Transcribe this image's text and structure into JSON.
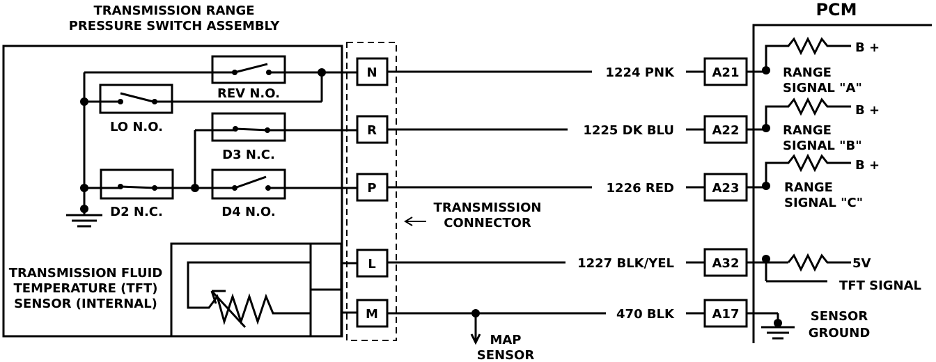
{
  "assembly": {
    "title_line1": "TRANSMISSION RANGE",
    "title_line2": "PRESSURE SWITCH ASSEMBLY"
  },
  "switches": {
    "rev": "REV N.O.",
    "lo": "LO N.O.",
    "d3": "D3 N.C.",
    "d2": "D2 N.C.",
    "d4": "D4 N.O."
  },
  "tft": {
    "line1": "TRANSMISSION FLUID",
    "line2": "TEMPERATURE (TFT)",
    "line3": "SENSOR (INTERNAL)"
  },
  "connector": {
    "label_line1": "TRANSMISSION",
    "label_line2": "CONNECTOR",
    "pins": [
      "N",
      "R",
      "P",
      "L",
      "M"
    ]
  },
  "wires": [
    "1224 PNK",
    "1225 DK BLU",
    "1226 RED",
    "1227 BLK/YEL",
    "470 BLK"
  ],
  "pcm": {
    "title": "PCM",
    "pins": [
      "A21",
      "A22",
      "A23",
      "A32",
      "A17"
    ],
    "pullup": "B +",
    "signal_a_1": "RANGE",
    "signal_a_2": "SIGNAL \"A\"",
    "signal_b_1": "RANGE",
    "signal_b_2": "SIGNAL \"B\"",
    "signal_c_1": "RANGE",
    "signal_c_2": "SIGNAL \"C\"",
    "tft_ref": "5V",
    "tft_signal": "TFT SIGNAL",
    "ground_1": "SENSOR",
    "ground_2": "GROUND"
  },
  "map": {
    "line1": "MAP",
    "line2": "SENSOR"
  }
}
